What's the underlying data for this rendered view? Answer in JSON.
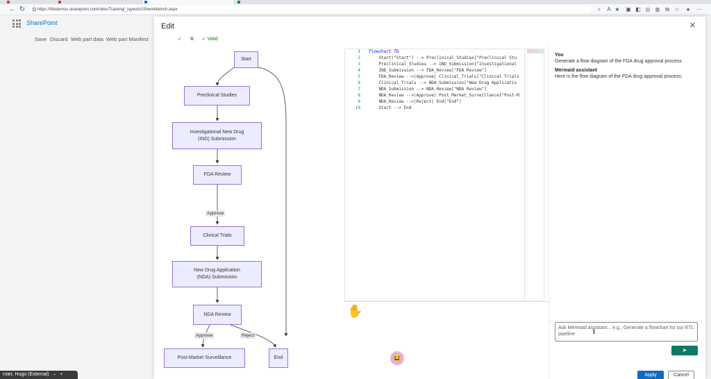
{
  "browser": {
    "tabs": [
      {
        "label": "",
        "color": "#d13438"
      },
      {
        "label": "",
        "color": "#d13438"
      },
      {
        "label": "",
        "color": "#0f6cbd"
      },
      {
        "label": "",
        "color": "#117865"
      }
    ],
    "url": "https://fdodemos.sharepoint.com/sites/Training/_layouts/15/workbench.aspx"
  },
  "sharepoint": {
    "logo": "SharePoint",
    "commands": [
      "Save",
      "Discard",
      "Web part data",
      "Web part Manifest"
    ],
    "footer_user": "rnier, Hugo (External)"
  },
  "dialog": {
    "title": "Edit",
    "close_icon": "✕",
    "toolbar": {
      "check": "✓",
      "copy": "⧉",
      "valid": "✓ Valid"
    }
  },
  "flowchart": {
    "nodes": {
      "start": "Start",
      "preclinical": "Preclinical Studies",
      "ind_line1": "Investigational New Drug",
      "ind_line2": "(IND) Submission",
      "fda_review": "FDA Review",
      "clinical": "Clinical Trials",
      "nda_line1": "New Drug Application",
      "nda_line2": "(NDA) Submission",
      "nda_review": "NDA Review",
      "post_market": "Post-Market Surveillance",
      "end": "End"
    },
    "edge_labels": {
      "approve1": "Approve",
      "approve2": "Approve",
      "reject": "Reject"
    }
  },
  "code_lines": [
    "flowchart TD",
    "    Start(\"Start\") --> Preclinical_Studies[\"Preclinical Stu",
    "    Preclinical_Studies --> IND_Submission[\"Investigational",
    "    IND_Submission --> FDA_Review[\"FDA Review\"]",
    "    FDA_Review -->|Approve| Clinical_Trials[\"Clinical Trials",
    "    Clinical_Trials --> NDA_Submission[\"New Drug Applicatio",
    "    NDA_Submission --> NDA_Review[\"NDA Review\"]",
    "    NDA_Review -->|Approve| Post_Market_Surveillance[\"Post-M",
    "    NDA_Review -->|Reject| End(\"End\")",
    "    Start --> End"
  ],
  "chat": {
    "user_author": "You",
    "user_message": "Generate a flow diagram of the FDA drug approval process",
    "assistant_author": "Mermaid assistant",
    "assistant_message": "Here is the flow diagram of the FDA drug approval process:",
    "input_placeholder": "Ask Mermaid assistant... e.g., Generate a flowchart for our ETL pipeline",
    "send_icon": "➤"
  },
  "actions": {
    "apply": "Apply",
    "cancel": "Cancel"
  }
}
